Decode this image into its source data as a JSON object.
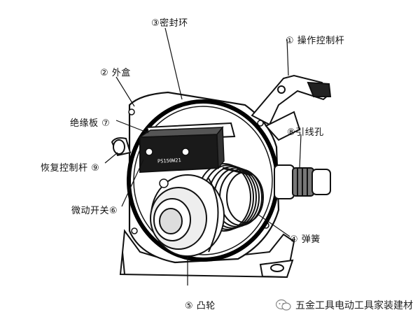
{
  "labels": {
    "l1": "① 操作控制杆",
    "l2": "② 外盒",
    "l3": "③密封环",
    "l4": "④ 弹簧",
    "l5": "⑤ 凸轮",
    "l6": "微动开关⑥",
    "l7": "绝缘板 ⑦",
    "l8": "⑧引线孔",
    "l9": "恢复控制杆 ⑨"
  },
  "switch_text": "PS150W21",
  "watermark": {
    "text": "五金工具电动工具家装建材",
    "icon": "wechat-icon"
  }
}
